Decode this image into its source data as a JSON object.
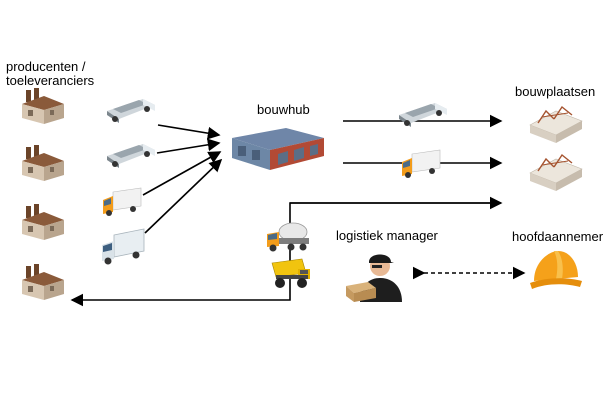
{
  "labels": {
    "suppliers_line1": "producenten /",
    "suppliers_line2": "toeleveranciers",
    "hub": "bouwhub",
    "sites": "bouwplaatsen",
    "manager": "logistiek manager",
    "contractor": "hoofdaannemer"
  },
  "icons": {
    "factory": "factory-icon",
    "truck_boxes": "flatbed-truck-icon",
    "delivery_van": "delivery-truck-icon",
    "box_truck": "box-truck-icon",
    "warehouse": "warehouse-icon",
    "construction_site": "construction-site-icon",
    "cement_mixer": "cement-mixer-icon",
    "dump_truck": "dump-truck-icon",
    "manager": "manager-person-icon",
    "hard_hat": "hard-hat-icon"
  },
  "colors": {
    "arrow": "#000000",
    "factory_wall": "#c9b8a3",
    "factory_roof": "#8a5a3a",
    "warehouse_wall": "#b24a35",
    "warehouse_roof": "#6f86a8",
    "truck_cab": "#e8eef2",
    "van_orange": "#f39c1a",
    "hardhat": "#f5a11a"
  }
}
